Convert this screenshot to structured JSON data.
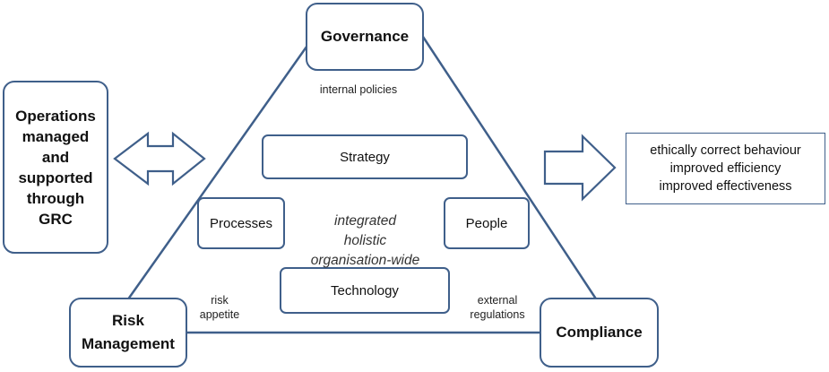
{
  "nodes": {
    "governance": "Governance",
    "risk_management": "Risk\nManagement",
    "compliance": "Compliance",
    "operations": "Operations\nmanaged\nand\nsupported\nthrough\nGRC"
  },
  "inner": {
    "strategy": "Strategy",
    "processes": "Processes",
    "people": "People",
    "technology": "Technology"
  },
  "center_text": "integrated\nholistic\norganisation-wide",
  "edge_labels": {
    "internal_policies": "internal policies",
    "risk_appetite": "risk\nappetite",
    "external_regulations": "external\nregulations"
  },
  "outcomes": [
    "ethically correct behaviour",
    "improved efficiency",
    "improved effectiveness"
  ],
  "colors": {
    "border": "#3f5f8a",
    "text": "#111111"
  }
}
